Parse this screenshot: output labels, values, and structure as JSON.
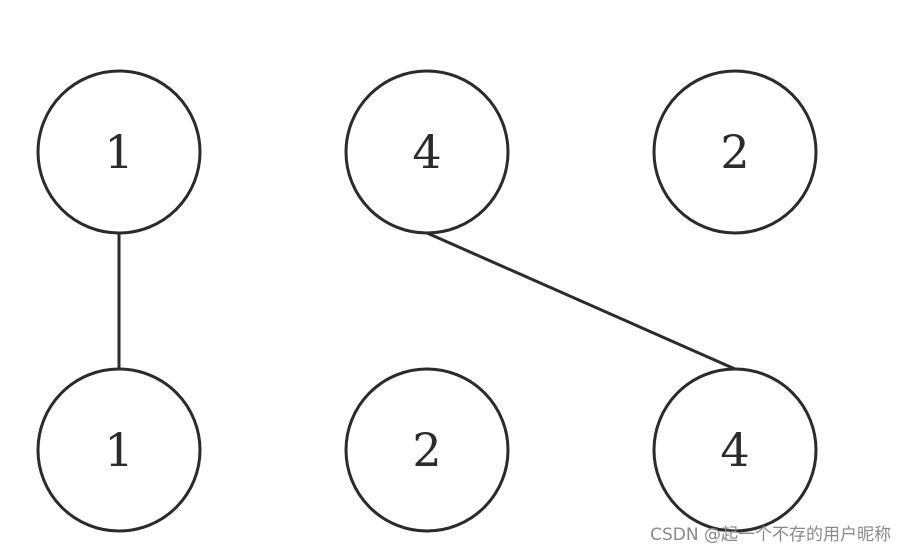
{
  "nodes": [
    {
      "id": "n1",
      "label": "1"
    },
    {
      "id": "n2",
      "label": "4"
    },
    {
      "id": "n3",
      "label": "2"
    },
    {
      "id": "n4",
      "label": "1"
    },
    {
      "id": "n5",
      "label": "2"
    },
    {
      "id": "n6",
      "label": "4"
    }
  ],
  "edges": [
    {
      "from": "n1",
      "to": "n4"
    },
    {
      "from": "n2",
      "to": "n6"
    }
  ],
  "watermark": "CSDN @起一个不存的用户昵称",
  "colors": {
    "stroke": "#2b2b2b",
    "background": "#ffffff",
    "watermark": "#8a8a8a"
  }
}
